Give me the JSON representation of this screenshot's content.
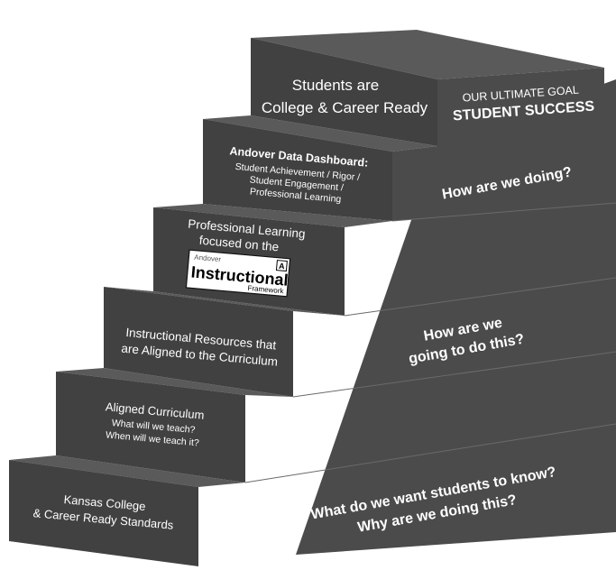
{
  "steps": [
    {
      "front": [
        "Kansas College",
        "& Career Ready Standards"
      ],
      "side": [
        "What do we want students to know?",
        "Why are we doing this?"
      ]
    },
    {
      "front": [
        "Aligned Curriculum",
        "What will we teach?",
        "When will we teach it?"
      ]
    },
    {
      "front": [
        "Instructional Resources that",
        "are Aligned to the Curriculum"
      ],
      "side": [
        "How are we",
        "going to do this?"
      ]
    },
    {
      "front": [
        "Professional Learning",
        "focused on the"
      ],
      "logo": {
        "top": "Andover",
        "main": "Instructional",
        "bottom": "Framework",
        "mark": "A"
      }
    },
    {
      "front_title": "Andover Data Dashboard:",
      "front": [
        "Student Achievement / Rigor /",
        "Student Engagement /",
        "Professional Learning"
      ],
      "side": [
        "How are we doing?"
      ]
    },
    {
      "front": [
        "Students are",
        "College & Career Ready"
      ],
      "side_small": "OUR ULTIMATE GOAL",
      "side": [
        "STUDENT SUCCESS"
      ]
    }
  ],
  "colors": {
    "front": "#414141",
    "top": "#5a5a5a",
    "side": "#4b4b4b",
    "text": "#ffffff"
  }
}
